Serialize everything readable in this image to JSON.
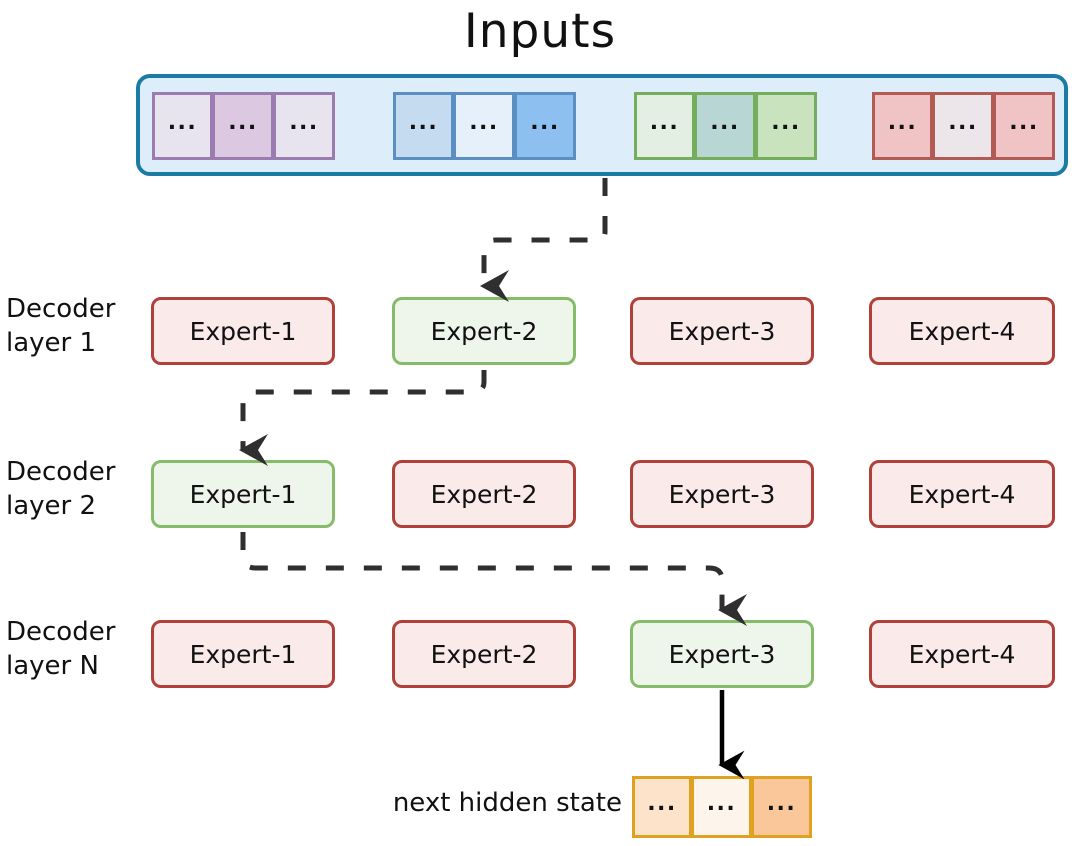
{
  "title": "Inputs",
  "inputs": {
    "container_border_color": "#1a7ba5",
    "container_fill_color": "#ddeefa",
    "cell_text": "...",
    "groups": [
      {
        "name": "purple-token-group",
        "border_color": "#9b7bb0",
        "cells": [
          {
            "label": "...",
            "fill": "#e7e3ef"
          },
          {
            "label": "...",
            "fill": "#dcc8e0"
          },
          {
            "label": "...",
            "fill": "#e7e3ef"
          }
        ]
      },
      {
        "name": "blue-token-group",
        "border_color": "#5b8fc4",
        "cells": [
          {
            "label": "...",
            "fill": "#c5dbf0"
          },
          {
            "label": "...",
            "fill": "#e6f0fa"
          },
          {
            "label": "...",
            "fill": "#8dc0f0"
          }
        ]
      },
      {
        "name": "green-token-group",
        "border_color": "#74ad5c",
        "cells": [
          {
            "label": "...",
            "fill": "#e2efe2"
          },
          {
            "label": "...",
            "fill": "#b7d6d4"
          },
          {
            "label": "...",
            "fill": "#c8e3bd"
          }
        ]
      },
      {
        "name": "red-token-group",
        "border_color": "#b35a55",
        "cells": [
          {
            "label": "...",
            "fill": "#f0c3c5"
          },
          {
            "label": "...",
            "fill": "#ece6ea"
          },
          {
            "label": "...",
            "fill": "#f0c3c5"
          }
        ]
      }
    ]
  },
  "colors": {
    "expert_inactive_border": "#b0403a",
    "expert_inactive_fill": "#fbeaea",
    "expert_active_border": "#86bb6a",
    "expert_active_fill": "#eef5ea",
    "arrow_color": "#2f2f2f",
    "final_arrow_color": "#000000",
    "hidden_state_border": "#e0a020"
  },
  "layers": [
    {
      "label_line1": "Decoder",
      "label_line2": "layer 1",
      "selected_index": 1,
      "experts": [
        {
          "label": "Expert-1",
          "active": false
        },
        {
          "label": "Expert-2",
          "active": true
        },
        {
          "label": "Expert-3",
          "active": false
        },
        {
          "label": "Expert-4",
          "active": false
        }
      ]
    },
    {
      "label_line1": "Decoder",
      "label_line2": "layer 2",
      "selected_index": 0,
      "experts": [
        {
          "label": "Expert-1",
          "active": true
        },
        {
          "label": "Expert-2",
          "active": false
        },
        {
          "label": "Expert-3",
          "active": false
        },
        {
          "label": "Expert-4",
          "active": false
        }
      ]
    },
    {
      "label_line1": "Decoder",
      "label_line2": "layer N",
      "selected_index": 2,
      "experts": [
        {
          "label": "Expert-1",
          "active": false
        },
        {
          "label": "Expert-2",
          "active": false
        },
        {
          "label": "Expert-3",
          "active": true
        },
        {
          "label": "Expert-4",
          "active": false
        }
      ]
    }
  ],
  "output": {
    "label": "next hidden state",
    "cells": [
      {
        "label": "...",
        "fill": "#fde3ca"
      },
      {
        "label": "...",
        "fill": "#fdf4ec"
      },
      {
        "label": "...",
        "fill": "#fac79a"
      }
    ]
  }
}
